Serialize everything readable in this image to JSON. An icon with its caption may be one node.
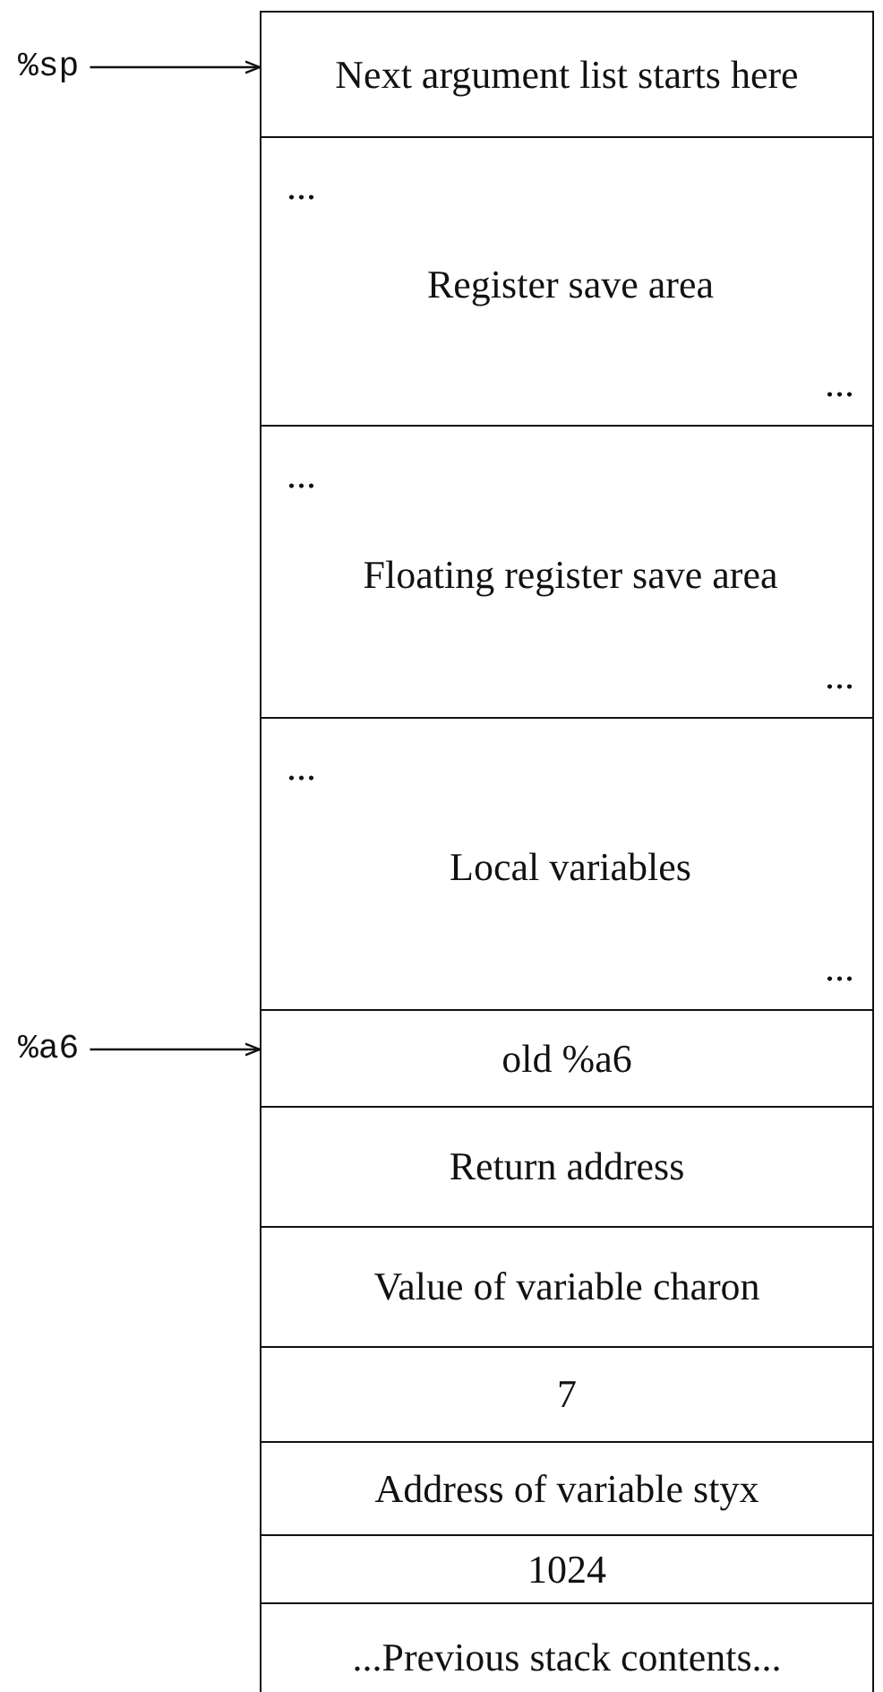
{
  "diagram": {
    "nodes": [
      {
        "text": [
          "%sp"
        ]
      },
      {
        "text": [
          "Next argument list starts here"
        ]
      },
      {
        "text": [
          "...",
          "Register save area",
          "..."
        ]
      },
      {
        "text": [
          "...",
          "Floating register save area",
          "..."
        ]
      },
      {
        "text": [
          "...",
          "Local variables",
          "..."
        ]
      },
      {
        "text": [
          "%a6"
        ]
      },
      {
        "text": [
          "old %a6"
        ]
      },
      {
        "text": [
          "Return address"
        ]
      },
      {
        "text": [
          "Value of variable charon"
        ]
      },
      {
        "text": [
          "7"
        ]
      },
      {
        "text": [
          "Address of variable styx"
        ]
      },
      {
        "text": [
          "1024"
        ]
      },
      {
        "text": [
          "...Previous stack contents..."
        ]
      }
    ],
    "edges": [
      {
        "from": 0,
        "to": 1,
        "arrow": "to"
      },
      {
        "from": 5,
        "to": 6,
        "arrow": "to"
      }
    ]
  }
}
